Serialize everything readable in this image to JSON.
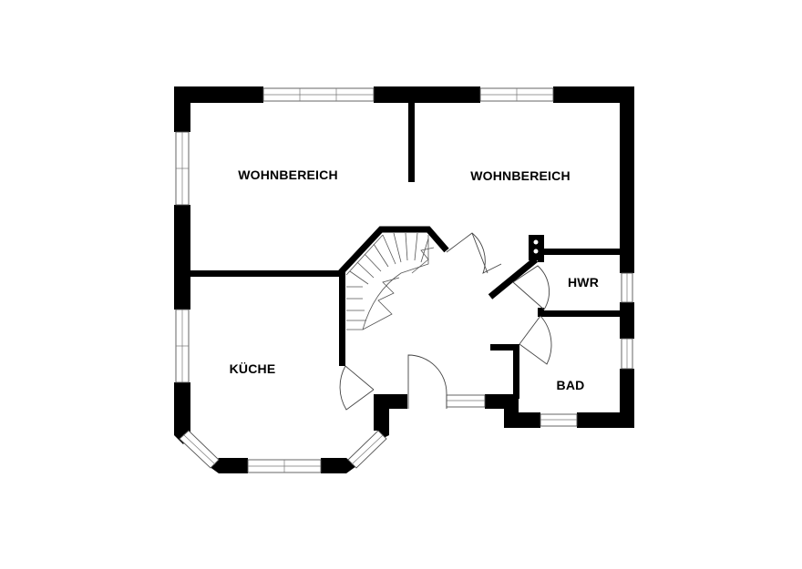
{
  "floorplan": {
    "rooms": [
      {
        "id": "wohnbereich-left",
        "label": "WOHNBEREICH"
      },
      {
        "id": "wohnbereich-right",
        "label": "WOHNBEREICH"
      },
      {
        "id": "hwr",
        "label": "HWR"
      },
      {
        "id": "kueche",
        "label": "KÜCHE"
      },
      {
        "id": "bad",
        "label": "BAD"
      }
    ],
    "colors": {
      "wall": "#000000",
      "background": "#ffffff",
      "detail": "#555555"
    }
  }
}
